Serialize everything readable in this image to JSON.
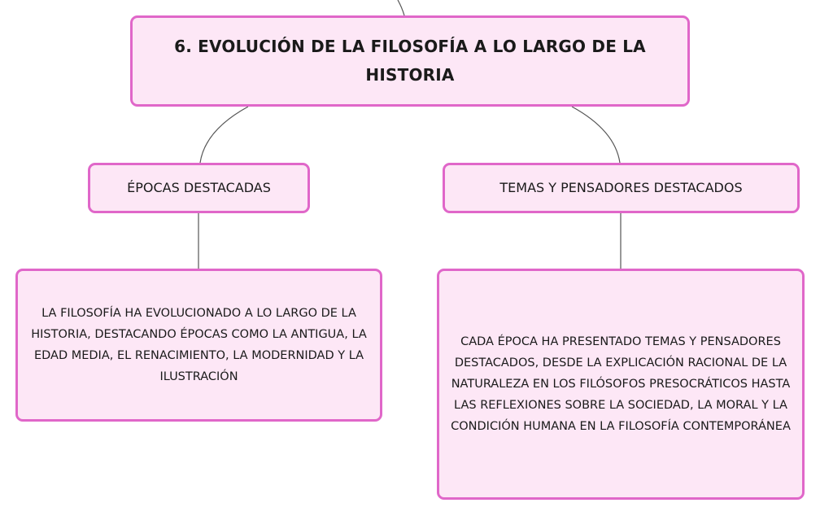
{
  "mindmap": {
    "root": {
      "label": "6. EVOLUCIÓN DE LA FILOSOFÍA A LO LARGO DE LA HISTORIA"
    },
    "branches": [
      {
        "label": "ÉPOCAS DESTACADAS",
        "child": "LA FILOSOFÍA HA EVOLUCIONADO A LO LARGO DE LA HISTORIA, DESTACANDO ÉPOCAS COMO LA ANTIGUA, LA EDAD MEDIA, EL RENACIMIENTO, LA MODERNIDAD Y LA ILUSTRACIÓN"
      },
      {
        "label": "TEMAS Y PENSADORES DESTACADOS",
        "child": "CADA ÉPOCA HA PRESENTADO TEMAS Y PENSADORES DESTACADOS, DESDE LA EXPLICACIÓN RACIONAL DE LA NATURALEZA EN LOS FILÓSOFOS PRESOCRÁTICOS HASTA LAS REFLEXIONES SOBRE LA SOCIEDAD, LA MORAL Y LA CONDICIÓN HUMANA EN LA FILOSOFÍA CONTEMPORÁNEA"
      }
    ]
  },
  "colors": {
    "node_fill": "#fde7f6",
    "node_border": "#e067c9",
    "connector": "#555555",
    "text": "#1a1a1a"
  }
}
